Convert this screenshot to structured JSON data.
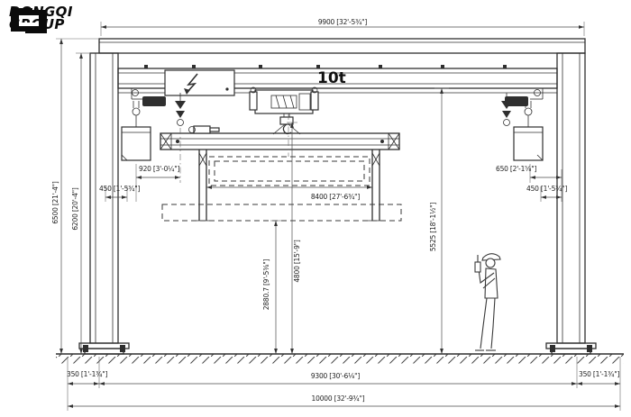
{
  "logo": {
    "line1": "DONGQI",
    "line2": "GROUP"
  },
  "drawing": {
    "capacity_label": "10t",
    "colors": {
      "background": "#ffffff",
      "line": "#2f2f2f",
      "dim_line": "#4a4a4a",
      "logo": "#0b0b0b"
    },
    "icons": [
      "lightning-icon",
      "hook-icon",
      "worker-figure",
      "logo-icon"
    ],
    "dimensions": {
      "span_top": "9900 [32'-5¾\"]",
      "height_outer": "6500 [21'-4\"]",
      "height_inner": "6200 [20'-4\"]",
      "hook_approach_left": "920 [3'-0¼\"]",
      "offset_left": "450 [1'-5¾\"]",
      "hook_approach_right": "650 [2'-1⅝\"]",
      "offset_right": "450 [1'-5¾\"]",
      "load_length": "8400 [27'-6¾\"]",
      "clearance_under_girder": "5525 [18'-1½\"]",
      "lift_height": "4800 [15'-9\"]",
      "hook_floor_distance": "2880.7 [9'-5⅜\"]",
      "base_offset_left": "350 [1'-1¾\"]",
      "span_bottom": "9300 [30'-6⅛\"]",
      "base_offset_right": "350 [1'-1¾\"]",
      "total_width": "10000 [32'-9¾\"]"
    }
  }
}
